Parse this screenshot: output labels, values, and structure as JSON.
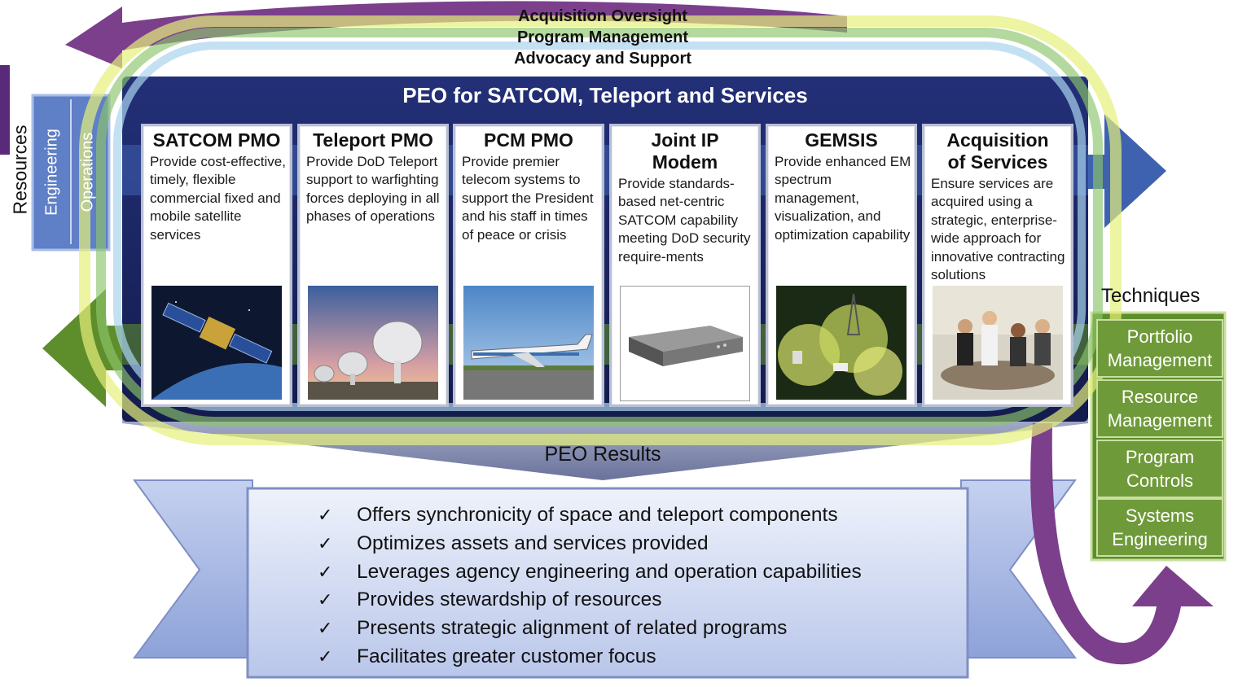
{
  "oversight": {
    "line1": "Acquisition Oversight",
    "line2": "Program Management",
    "line3": "Advocacy and Support"
  },
  "peo_title": "PEO for SATCOM, Teleport and Services",
  "resources": {
    "label": "Resources",
    "items": [
      "Engineering",
      "Operations"
    ]
  },
  "cards": [
    {
      "title": "SATCOM PMO",
      "description": "Provide cost-effective, timely, flexible commercial fixed and mobile satellite services",
      "image": "satellite-image"
    },
    {
      "title": "Teleport PMO",
      "description": "Provide DoD Teleport support to warfighting forces deploying in all phases of operations",
      "image": "dish-antenna-image"
    },
    {
      "title": "PCM PMO",
      "description": "Provide premier telecom systems to support the President and his staff in times of peace or crisis",
      "image": "aircraft-image"
    },
    {
      "title": "Joint IP Modem",
      "description": "Provide standards-based net-centric SATCOM capability meeting DoD security require-ments",
      "image": "modem-image"
    },
    {
      "title": "GEMSIS",
      "description": "Provide enhanced EM spectrum management, visualization, and optimization capability",
      "image": "spectrum-image"
    },
    {
      "title": "Acquisition of Services",
      "description": "Ensure services are acquired using a strategic, enterprise-wide approach for innovative contracting solutions",
      "image": "meeting-image"
    }
  ],
  "techniques": {
    "label": "Techniques",
    "items": [
      "Portfolio Management",
      "Resource Management",
      "Program Controls",
      "Systems Engineering"
    ]
  },
  "results": {
    "label": "PEO Results",
    "check_symbol": "✓",
    "items": [
      "Offers synchronicity of space and teleport components",
      "Optimizes assets and services provided",
      "Leverages agency engineering and operation capabilities",
      "Provides stewardship of resources",
      "Presents strategic alignment of related programs",
      "Facilitates greater customer focus"
    ]
  },
  "colors": {
    "navy": "#1f2a63",
    "purple": "#7b3f8c",
    "blue_arrow": "#3f62b0",
    "green": "#6f9a3a",
    "ribbon": "#a9b9e2",
    "halo_yellow": "#e6f07a",
    "halo_green": "#8cc46a",
    "halo_blue": "#a9d4ec"
  }
}
